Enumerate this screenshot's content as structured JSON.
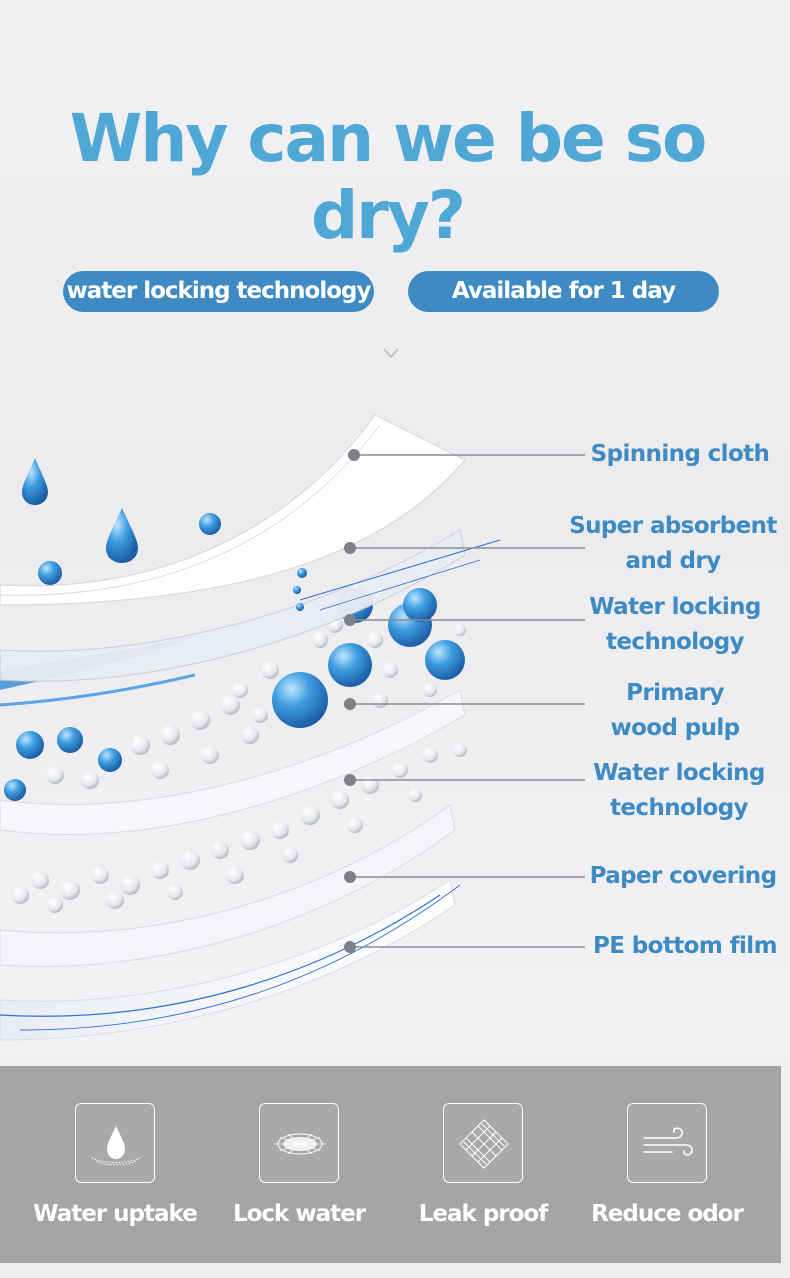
{
  "headline": "Why can we be so dry?",
  "badges": {
    "left": "water locking technology",
    "right": "Available for 1 day"
  },
  "layers": [
    {
      "line1": "Spinning cloth",
      "line2": ""
    },
    {
      "line1": "Super absorbent",
      "line2": "and dry"
    },
    {
      "line1": "Water locking",
      "line2": "technology"
    },
    {
      "line1": "Primary",
      "line2": "wood pulp"
    },
    {
      "line1": "Water locking",
      "line2": "technology"
    },
    {
      "line1": "Paper covering",
      "line2": ""
    },
    {
      "line1": "PE bottom film",
      "line2": ""
    }
  ],
  "features": [
    {
      "label": "Water uptake",
      "icon": "water-drop-icon"
    },
    {
      "label": "Lock water",
      "icon": "lock-water-mesh-icon"
    },
    {
      "label": "Leak proof",
      "icon": "leak-proof-grid-icon"
    },
    {
      "label": "Reduce odor",
      "icon": "wind-odor-icon"
    }
  ],
  "colors": {
    "accent_blue": "#4fa7d5",
    "badge_blue": "#3e8ac3",
    "label_blue": "#3d8ac4",
    "bar_gray": "#a5a5a7"
  }
}
